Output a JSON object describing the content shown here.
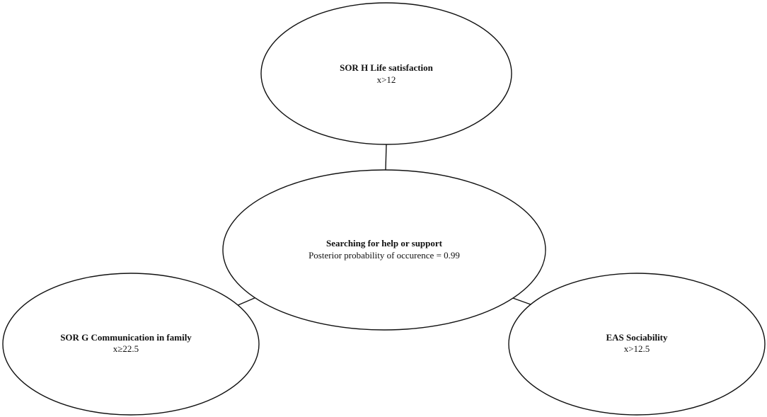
{
  "nodes": {
    "top": {
      "title": "SOR H Life satisfaction",
      "detail": "x>12"
    },
    "center": {
      "title": "Searching for help or support",
      "detail": "Posterior probability of occurence = 0.99"
    },
    "left": {
      "title": "SOR G Communication in family",
      "detail": "x≥22.5"
    },
    "right": {
      "title": "EAS Sociability",
      "detail": "x>12.5"
    }
  },
  "edges": [
    {
      "from": "center",
      "to": "top"
    },
    {
      "from": "center",
      "to": "left"
    },
    {
      "from": "center",
      "to": "right"
    }
  ]
}
